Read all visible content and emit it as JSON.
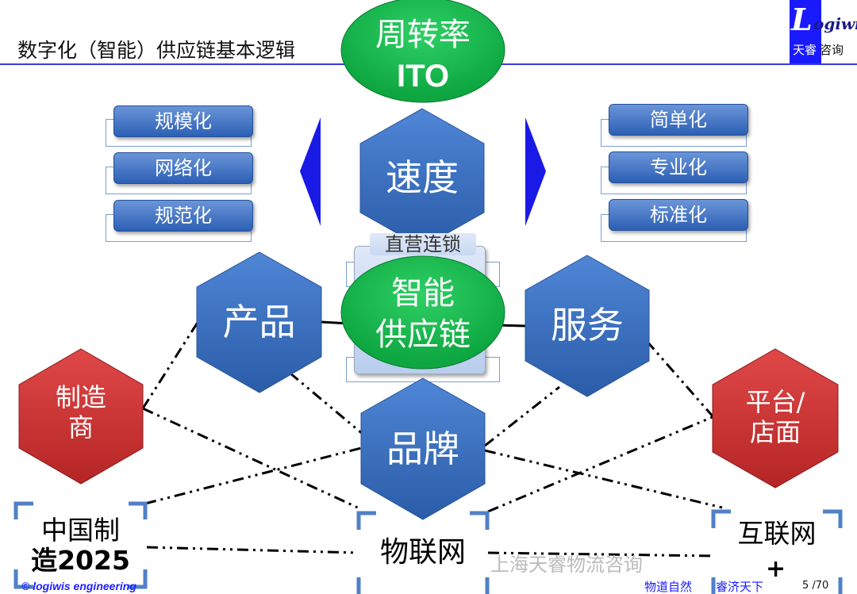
{
  "header": {
    "title": "数字化（智能）供应链基本逻辑",
    "logo_L": "L",
    "logo_rest": "ogiwis",
    "logo_cn1": "天睿",
    "logo_cn2": "咨询"
  },
  "top_oval": {
    "line1": "周转率",
    "line2": "ITO"
  },
  "center_oval": {
    "line1": "智能",
    "line2": "供应链"
  },
  "hidden_box": "直营连锁",
  "hexagons": {
    "speed": "速度",
    "product": "产品",
    "service": "服务",
    "brand": "品牌"
  },
  "red_hexagons": {
    "manufacturer": [
      "制造",
      "商"
    ],
    "platform": [
      "平台/",
      "店面"
    ]
  },
  "left_buttons": [
    "规模化",
    "网络化",
    "规范化"
  ],
  "right_buttons": [
    "简单化",
    "专业化",
    "标准化"
  ],
  "labels": {
    "made_in_china": [
      "中国制",
      "造2025"
    ],
    "iot": "物联网",
    "internet": "互联网",
    "plus": "+"
  },
  "footer": {
    "copyright": "© logiwis engineering",
    "watermark": "上海天睿物流咨询",
    "slogan1": "物道自然",
    "slogan2": "睿济天下",
    "page": "5 /70"
  },
  "colors": {
    "blue": "#3a6fc0",
    "red": "#d23a3a",
    "green": "#12b84a",
    "accent": "#1a1aff"
  }
}
